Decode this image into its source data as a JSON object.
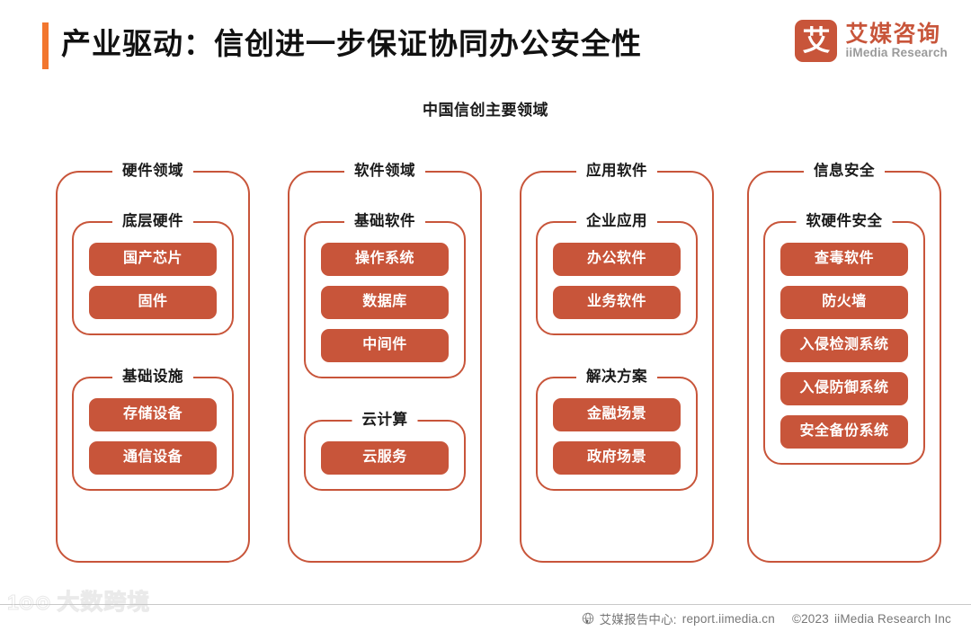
{
  "header": {
    "title": "产业驱动：信创进一步保证协同办公安全性",
    "accent_color": "#F2762E",
    "logo": {
      "mark": "艾",
      "name_cn": "艾媒咨询",
      "name_en": "iiMedia Research",
      "brand_color": "#C8553A"
    }
  },
  "subtitle": "中国信创主要领域",
  "diagram": {
    "type": "nested-grouping",
    "columns": [
      {
        "title": "硬件领域",
        "groups": [
          {
            "title": "底层硬件",
            "items": [
              "国产芯片",
              "固件"
            ]
          },
          {
            "title": "基础设施",
            "items": [
              "存储设备",
              "通信设备"
            ]
          }
        ]
      },
      {
        "title": "软件领域",
        "groups": [
          {
            "title": "基础软件",
            "items": [
              "操作系统",
              "数据库",
              "中间件"
            ]
          },
          {
            "title": "云计算",
            "items": [
              "云服务"
            ]
          }
        ]
      },
      {
        "title": "应用软件",
        "groups": [
          {
            "title": "企业应用",
            "items": [
              "办公软件",
              "业务软件"
            ]
          },
          {
            "title": "解决方案",
            "items": [
              "金融场景",
              "政府场景"
            ]
          }
        ]
      },
      {
        "title": "信息安全",
        "groups": [
          {
            "title": "软硬件安全",
            "items": [
              "查毒软件",
              "防火墙",
              "入侵检测系统",
              "入侵防御系统",
              "安全备份系统"
            ]
          }
        ]
      }
    ],
    "pill_color": "#C8553A",
    "border_color": "#C8553A"
  },
  "footer": {
    "icon": "globe-icon",
    "report_center": "艾媒报告中心:",
    "url": "report.iimedia.cn",
    "copyright": "©2023",
    "company": "iiMedia Research  Inc"
  },
  "watermark": {
    "mark": "1⊙⊙",
    "text": "大数跨境"
  }
}
